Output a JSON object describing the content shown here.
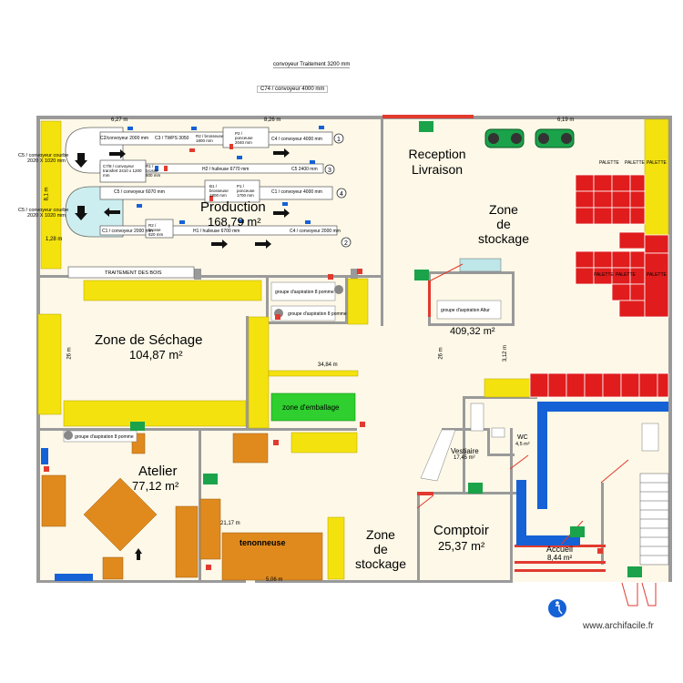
{
  "header": {
    "conveyor_top": "convoyeur Traitement 3200 mm",
    "conveyor_c74": "C74 / convoyeur 4000 mm"
  },
  "dimensions": {
    "d1": "6,27 m",
    "d2": "8,26 m",
    "d3": "6,19 m",
    "d4": "8,1 m",
    "d5": "1,28 m",
    "d6": "26 m",
    "d7": "34,84 m",
    "d8": "26 m",
    "d9": "3,12 m",
    "d10": "21,17 m",
    "d11": "5,06 m"
  },
  "rooms": {
    "production": {
      "name": "Production",
      "area": "168,79 m²"
    },
    "reception": {
      "line1": "Reception",
      "line2": "Livraison"
    },
    "zone_stockage_right": {
      "line1": "Zone",
      "line2": "de",
      "line3": "stockage",
      "area": "409,32 m²"
    },
    "sechage": {
      "name": "Zone de Séchage",
      "area": "104,87 m²"
    },
    "atelier": {
      "name": "Atelier",
      "area": "77,12 m²"
    },
    "zone_stockage_bottom": {
      "line1": "Zone",
      "line2": "de",
      "line3": "stockage"
    },
    "comptoir": {
      "name": "Comptoir",
      "area": "25,37 m²"
    },
    "accueil": {
      "name": "Accueil",
      "area": "8,44 m²"
    },
    "vestiaire": {
      "name": "Vestiaire",
      "area": "17,45 m²"
    },
    "wc": {
      "name": "WC",
      "area": "4,5 m²"
    },
    "emballage": {
      "name": "zone d'emballage"
    }
  },
  "conveyors": {
    "c5_left_top": "C5 / convoyeur courbe",
    "c5_left_top_size": "2020 X 1020 mm",
    "c5_left_bottom": "C5 / convoyeur courbe",
    "c5_left_bottom_size": "2020 X 1020 mm",
    "row1_a": "C2/convoyeur 2000 mm",
    "row1_b": "C3 / TWPS 3050",
    "row1_c": "R2 / brosseuse 1800 mm",
    "row1_d": "P2 / ponceuse 2040 mm",
    "row1_e": "C4 / convoyeur 4000 mm",
    "row2_a": "C7/8 / convoyeur transfert 2410 x 1200 mm",
    "row2_b": "R1 / brosse 800 mm",
    "row2_c": "H2 / huileuse 6770 mm",
    "row2_d": "C5 2400 mm",
    "row3_a": "C5 / convoyeur 6070 mm",
    "row3_b": "B1 / brosseuse 1800 mm",
    "row3_c": "P1 / ponceuse 1700 mm",
    "row3_d": "C1 / convoyeur 4000 mm",
    "row4_a": "C1 / convoyeur 2000 mm",
    "row4_b": "R2 / brosse 820 mm",
    "row4_c": "H1 / huileuse 6700 mm",
    "row4_d": "C4 / convoyeur 2000 mm",
    "traitement": "TRAITEMENT DES BOIS",
    "tenonneuse": "tenonneuse"
  },
  "equipment": {
    "aspiration_1": "groupe d'aspiration 8 pomme",
    "aspiration_2": "groupe d'aspiration 8 pomme",
    "aspiration_3": "groupe d'aspiration Altur",
    "aspiration_4": "groupe d'aspiration 8 pomme",
    "palette": "PALETTE"
  },
  "circle_numbers": [
    "1",
    "3",
    "4",
    "2"
  ],
  "watermark": "www.archifacile.fr",
  "colors": {
    "wall": "#9a9a9a",
    "floor": "#fdf8e7",
    "yellow": "#f4e20f",
    "orange": "#e08a1e",
    "red_wall": "#e23a2f",
    "blue_wall": "#1561d6",
    "emballage_green": "#2ecf2e",
    "exit_green": "#1aa34a",
    "pallet_red": "#e01c1c"
  }
}
